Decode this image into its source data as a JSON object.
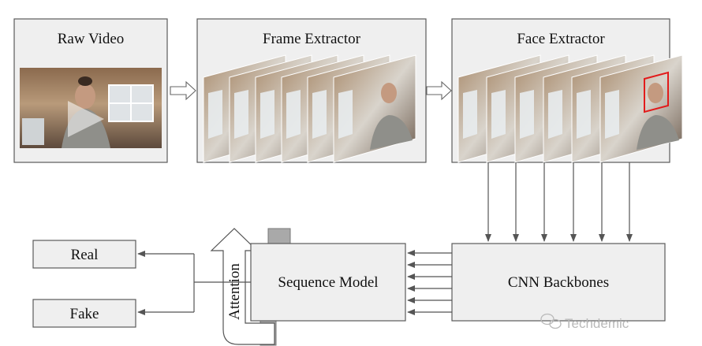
{
  "stages": {
    "raw_video": {
      "label": "Raw Video"
    },
    "frame_extractor": {
      "label": "Frame Extractor"
    },
    "face_extractor": {
      "label": "Face Extractor"
    },
    "cnn_backbones": {
      "label": "CNN Backbones"
    },
    "sequence_model": {
      "label": "Sequence Model"
    },
    "attention": {
      "label": "Attention"
    }
  },
  "outputs": {
    "real": {
      "label": "Real"
    },
    "fake": {
      "label": "Fake"
    }
  },
  "watermark": {
    "text": "Techdemic"
  },
  "colors": {
    "box_fill": "#efefef",
    "box_stroke": "#5a5a5a",
    "face_box": "#e21b1b",
    "arrow": "#555555",
    "watermark": "#b9b9b9"
  }
}
